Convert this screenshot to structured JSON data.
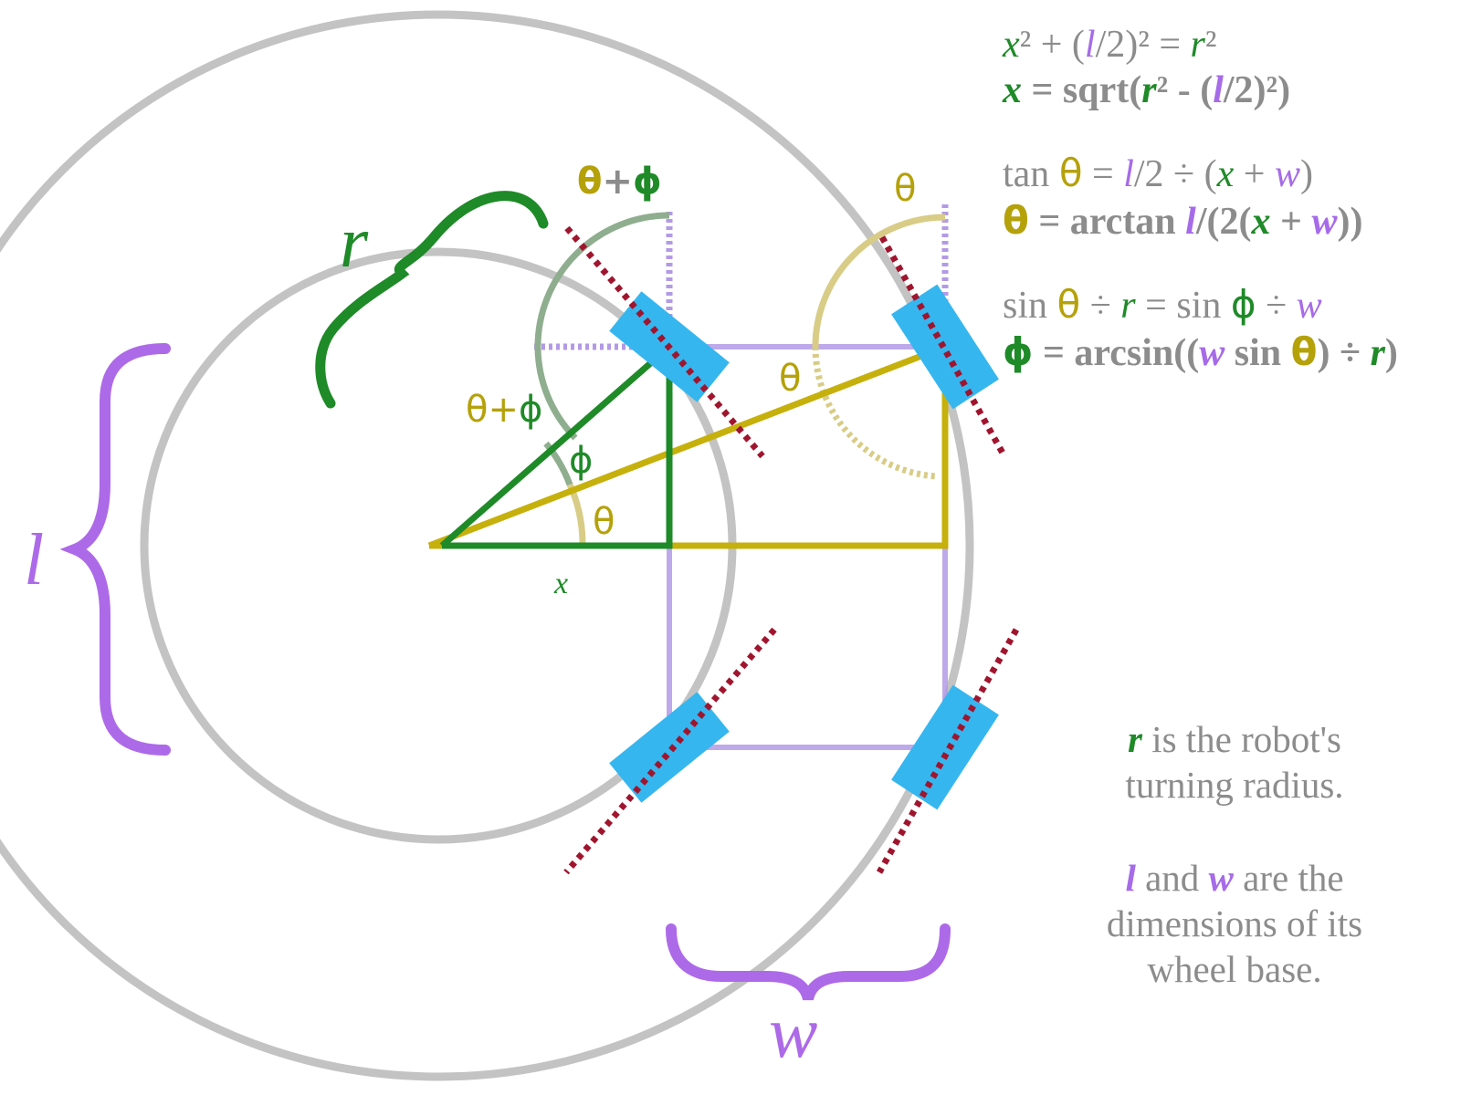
{
  "colors": {
    "circle": "#c3c3c3",
    "green": "#1f8a28",
    "green_light": "#8fae8f",
    "gold": "#c6b00c",
    "gold_light": "#d8cc86",
    "purple": "#b39ae6",
    "purple_brace": "#ad6ae8",
    "wheel": "#36b6ef",
    "tangent": "#a0152e",
    "text_gray": "#8c8c8c"
  },
  "labels": {
    "r": "r",
    "l": "l",
    "w": "w",
    "x": "x",
    "theta": "θ",
    "phi": "ϕ",
    "plus": "+"
  },
  "equations": {
    "eq1": {
      "a": "x",
      "b": "² + (",
      "c": "l",
      "d": "/2)² = ",
      "e": "r",
      "f": "²"
    },
    "eq2": {
      "a": "x",
      "b": " = sqrt(",
      "c": "r",
      "d": "² - (",
      "e": "l",
      "f": "/2)²)"
    },
    "eq3": {
      "a": "tan ",
      "b": "θ",
      "c": " = ",
      "d": "l",
      "e": "/2 ÷ (",
      "f": "x",
      "g": " + ",
      "h": "w",
      "i": ")"
    },
    "eq4": {
      "a": "θ",
      "b": " = arctan ",
      "c": "l",
      "d": "/(2(",
      "e": "x",
      "f": " + ",
      "g": "w",
      "h": "))"
    },
    "eq5": {
      "a": "sin ",
      "b": "θ",
      "c": " ÷ ",
      "d": "r",
      "e": " = sin ",
      "f": "ϕ",
      "g": " ÷ ",
      "h": "w"
    },
    "eq6": {
      "a": "ϕ",
      "b": " = arcsin((",
      "c": "w",
      "d": " sin ",
      "e": "θ",
      "f": ") ÷ ",
      "g": "r",
      "h": ")"
    }
  },
  "notes": {
    "n1": {
      "a": "r",
      "b": " is the robot's"
    },
    "n2": "turning radius.",
    "n3": {
      "a": "l",
      "b": " and ",
      "c": "w",
      "d": " are the"
    },
    "n4": "dimensions of its",
    "n5": "wheel base."
  }
}
